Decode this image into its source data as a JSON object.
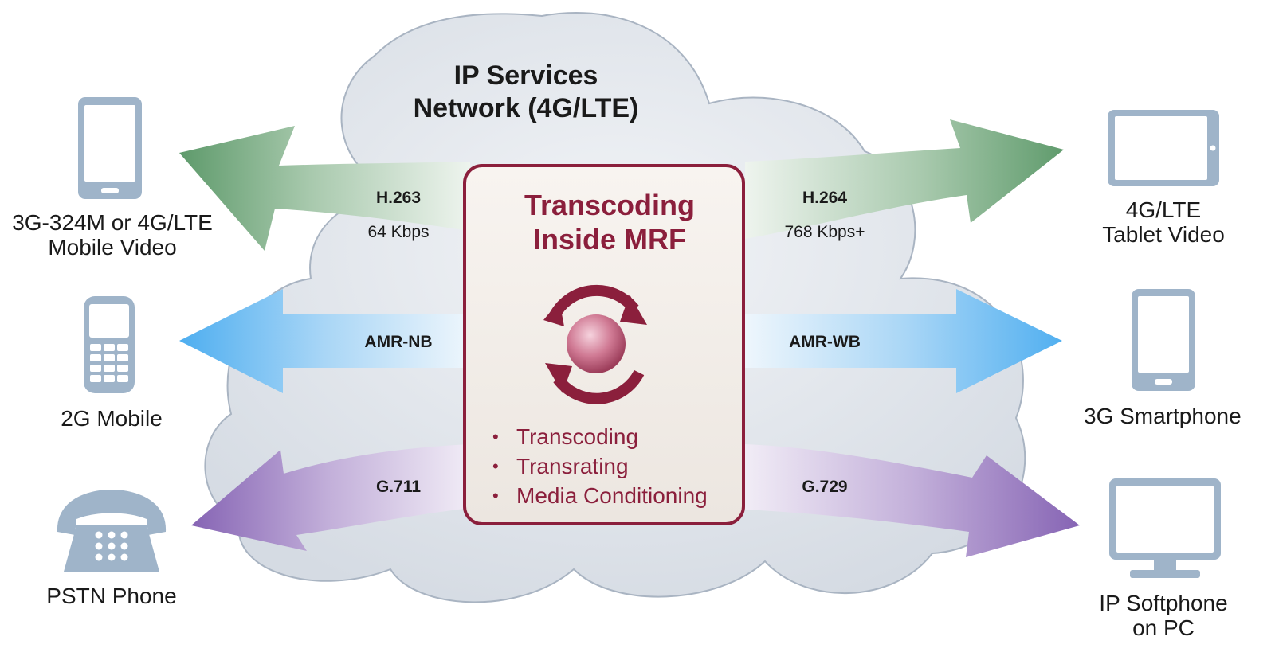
{
  "cloud": {
    "title_line1": "IP Services",
    "title_line2": "Network (4G/LTE)"
  },
  "mrf": {
    "title_line1": "Transcoding",
    "title_line2": "Inside MRF",
    "bullets": [
      "Transcoding",
      "Transrating",
      "Media Conditioning"
    ]
  },
  "links": {
    "left_top": {
      "codec": "H.263",
      "rate": "64 Kbps"
    },
    "right_top": {
      "codec": "H.264",
      "rate": "768 Kbps+"
    },
    "left_mid": {
      "codec": "AMR-NB"
    },
    "right_mid": {
      "codec": "AMR-WB"
    },
    "left_bottom": {
      "codec": "G.711"
    },
    "right_bottom": {
      "codec": "G.729"
    }
  },
  "devices": {
    "left_top": {
      "line1": "3G-324M or 4G/LTE",
      "line2": "Mobile Video",
      "icon": "smartphone-icon"
    },
    "left_mid": {
      "line1": "2G Mobile",
      "icon": "feature-phone-icon"
    },
    "left_bottom": {
      "line1": "PSTN Phone",
      "icon": "desk-phone-icon"
    },
    "right_top": {
      "line1": "4G/LTE",
      "line2": "Tablet Video",
      "icon": "tablet-icon"
    },
    "right_mid": {
      "line1": "3G Smartphone",
      "icon": "smartphone-icon"
    },
    "right_bottom": {
      "line1": "IP Softphone",
      "line2": "on PC",
      "icon": "monitor-icon"
    }
  },
  "colors": {
    "mrf_accent": "#8b1f3c",
    "video_arrow": "#5e9a6b",
    "audio_arrow": "#4eaef0",
    "voice_arrow": "#8664b4",
    "device_fill": "#9fb4c9",
    "cloud_fill": "#dde3ea"
  }
}
